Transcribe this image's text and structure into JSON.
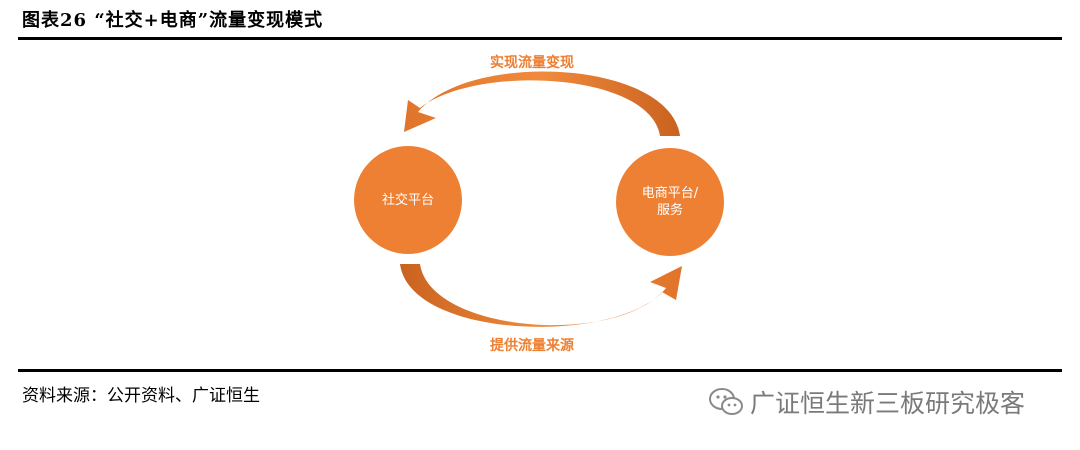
{
  "header": {
    "title": "图表26 “社交+电商”流量变现模式"
  },
  "diagram": {
    "nodes": {
      "left": "社交平台",
      "right_line1": "电商平台/",
      "right_line2": "服务"
    },
    "arrows": {
      "top_label": "实现流量变现",
      "bottom_label": "提供流量来源"
    },
    "colors": {
      "accent": "#EE8033",
      "rule": "#000000"
    }
  },
  "footer": {
    "source": "资料来源：公开资料、广证恒生",
    "watermark": "广证恒生新三板研究极客"
  }
}
